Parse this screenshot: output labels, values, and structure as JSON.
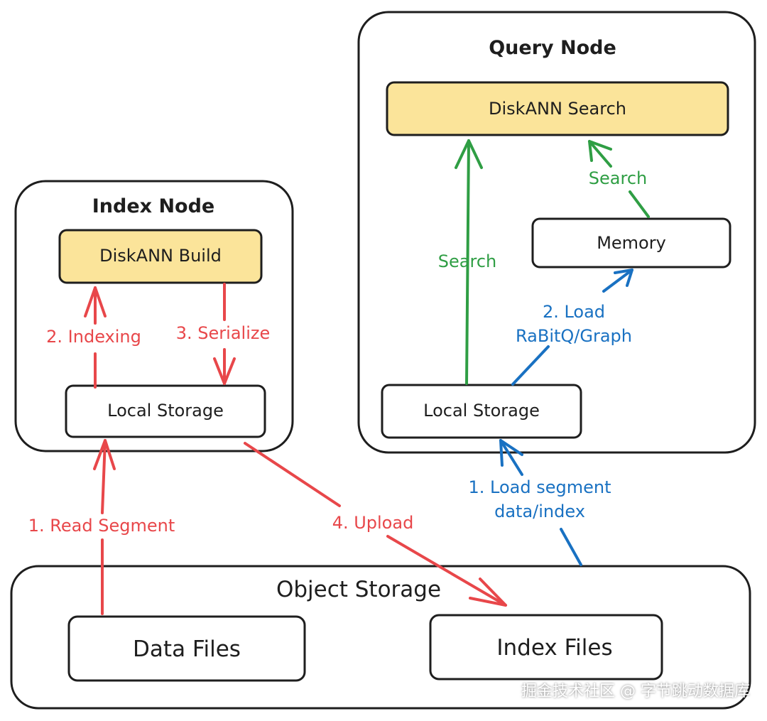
{
  "query_node": {
    "title": "Query Node",
    "search_box": "DiskANN Search",
    "memory": "Memory",
    "local_storage": "Local Storage",
    "search_left": "Search",
    "search_right": "Search",
    "load_graph_1": "2. Load",
    "load_graph_2": "RaBitQ/Graph"
  },
  "index_node": {
    "title": "Index Node",
    "build_box": "DiskANN Build",
    "local_storage": "Local Storage",
    "indexing": "2. Indexing",
    "serialize": "3. Serialize"
  },
  "object_storage": {
    "title": "Object Storage",
    "data_files": "Data Files",
    "index_files": "Index Files"
  },
  "edges": {
    "read_segment": "1. Read Segment",
    "upload": "4. Upload",
    "load_segment_1": "1. Load segment",
    "load_segment_2": "data/index"
  },
  "watermark": "掘金技术社区 @ 字节跳动数据库",
  "colors": {
    "red": "#e8474a",
    "green": "#2f9e44",
    "blue": "#1971c2",
    "highlight": "#fbe49a"
  }
}
